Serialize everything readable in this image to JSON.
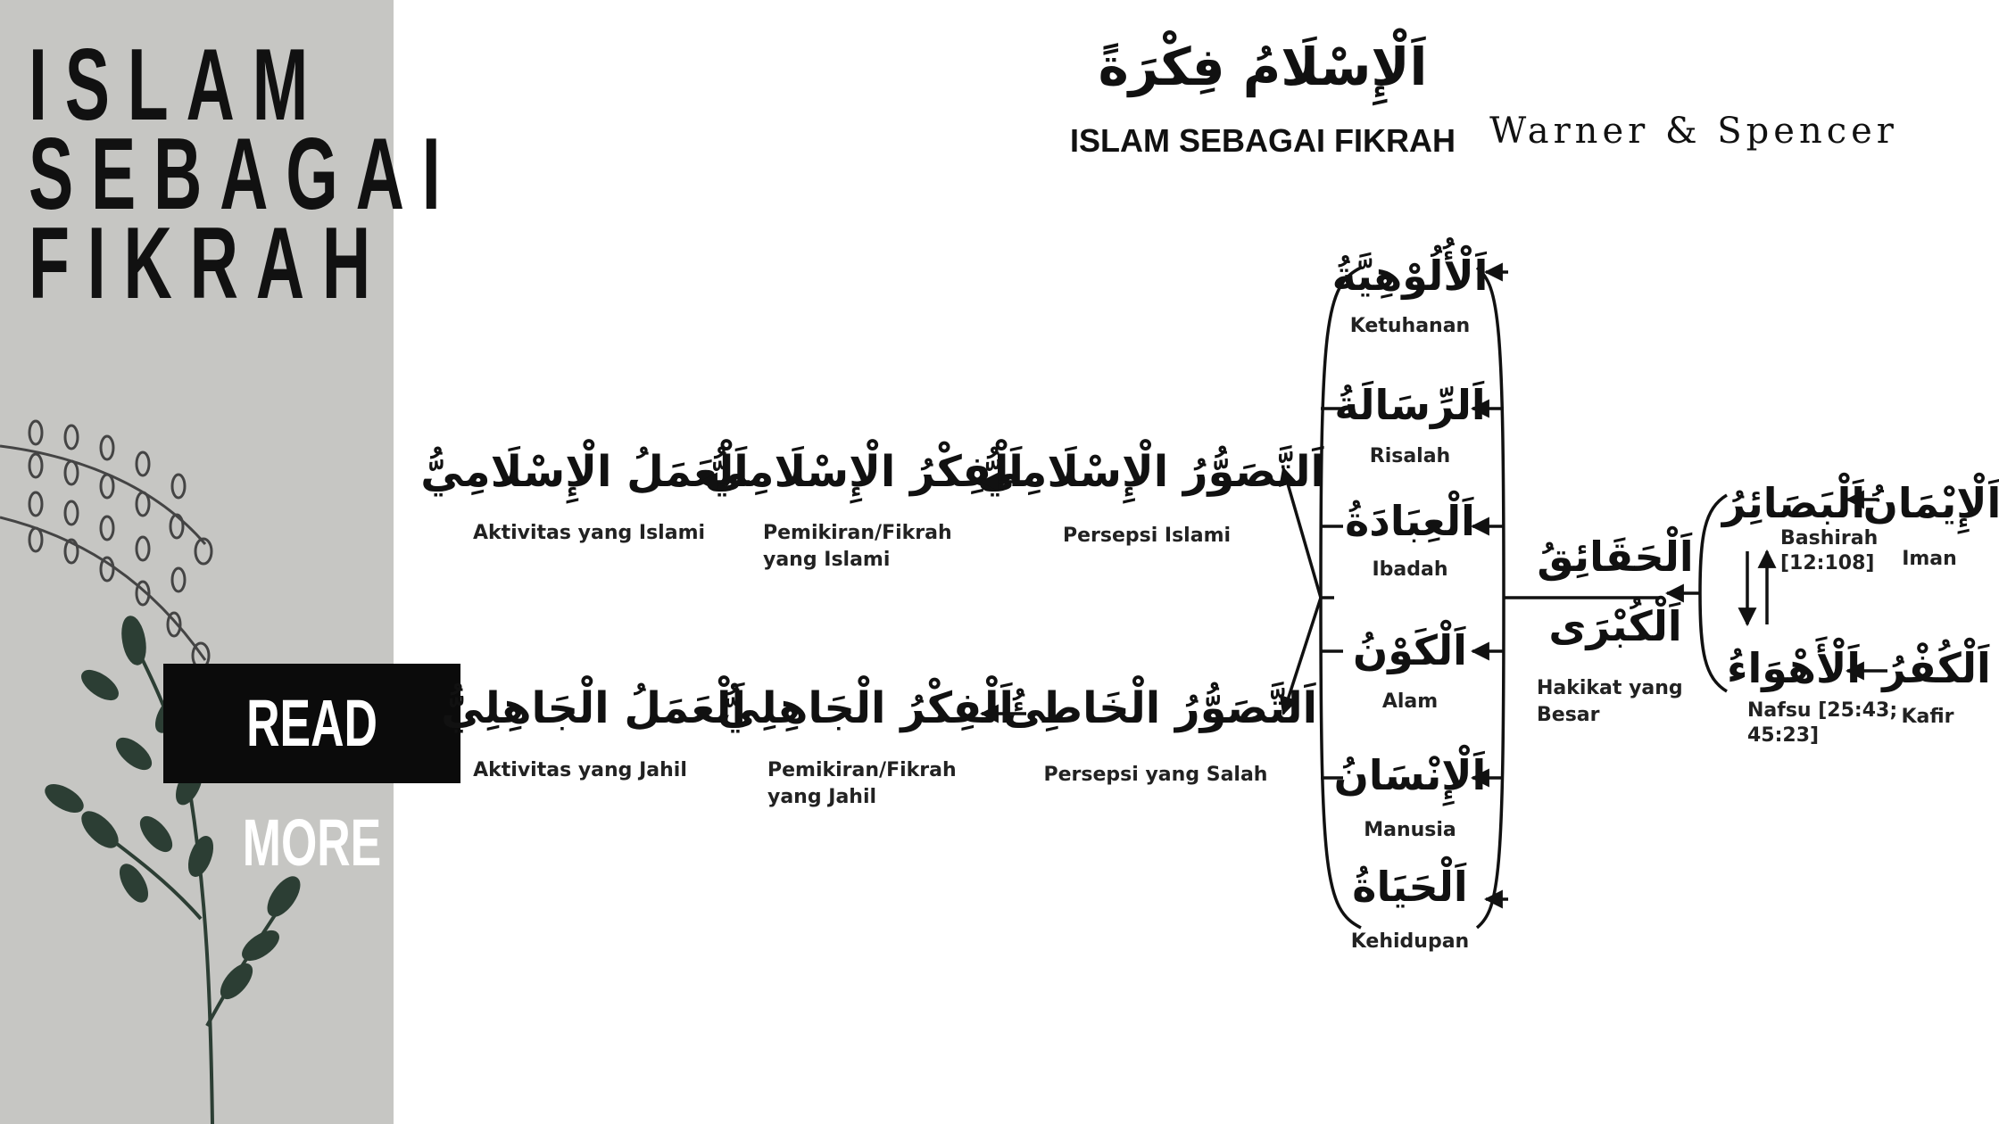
{
  "sidebar": {
    "title": "ISLAM\nSEBAGAI\nFIKRAH",
    "read_more_label": "READ MORE"
  },
  "header": {
    "arabic_title": "اَلْإِسْلَامُ فِكْرَةً",
    "subtitle": "ISLAM SEBAGAI FIKRAH",
    "brand": "Warner & Spencer"
  },
  "diagram": {
    "rows_top": [
      {
        "arabic": "اَلْعَمَلُ الْإِسْلَامِيُّ",
        "label": "Aktivitas yang Islami"
      },
      {
        "arabic": "اَلْفِكْرُ الْإِسْلَامِيُّ",
        "label": "Pemikiran/Fikrah\nyang Islami"
      },
      {
        "arabic": "اَلتَّصَوُّرُ الْإِسْلَامِيُّ",
        "label": "Persepsi Islami"
      }
    ],
    "rows_bottom": [
      {
        "arabic": "اَلْعَمَلُ الْجَاهِلِيُّ",
        "label": "Aktivitas yang Jahil"
      },
      {
        "arabic": "اَلْفِكْرُ الْجَاهِلِيُّ",
        "label": "Pemikiran/Fikrah\nyang Jahil"
      },
      {
        "arabic": "اَلتَّصَوُّرُ الْخَاطِئُ",
        "label": "Persepsi yang Salah"
      }
    ],
    "column": [
      {
        "arabic": "اَلْأُلُوْهِيَّةُ",
        "label": "Ketuhanan"
      },
      {
        "arabic": "اَلرِّسَالَةُ",
        "label": "Risalah"
      },
      {
        "arabic": "اَلْعِبَادَةُ",
        "label": "Ibadah"
      },
      {
        "arabic": "اَلْكَوْنُ",
        "label": "Alam"
      },
      {
        "arabic": "اَلْإِنْسَانُ",
        "label": "Manusia"
      },
      {
        "arabic": "اَلْحَيَاةُ",
        "label": "Kehidupan"
      }
    ],
    "center": {
      "arabic_line1": "اَلْحَقَائِقُ",
      "arabic_line2": "اَلْكُبْرَى",
      "label": "Hakikat yang\nBesar"
    },
    "right": {
      "basair": {
        "arabic": "اَلْبَصَائِرُ",
        "label": "Bashirah\n[12:108]"
      },
      "ahwa": {
        "arabic": "اَلْأَهْوَاءُ",
        "label": "Nafsu [25:43;\n45:23]"
      },
      "iman": {
        "arabic": "اَلْإِيْمَانُ",
        "label": "Iman"
      },
      "kufr": {
        "arabic": "اَلْكُفْرُ",
        "label": "Kafir"
      }
    }
  }
}
